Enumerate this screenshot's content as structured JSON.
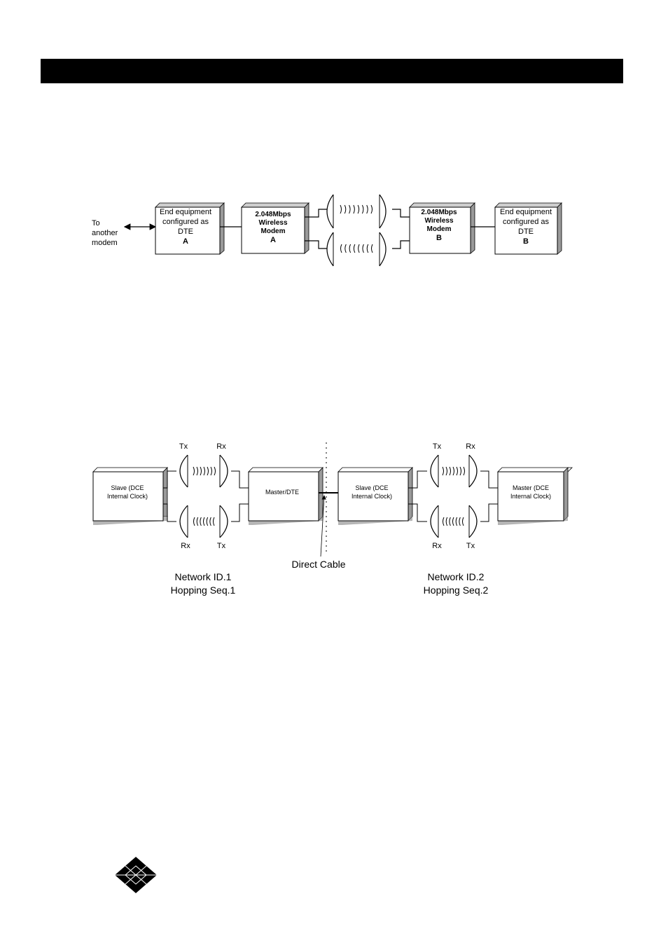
{
  "diagram1": {
    "left_label": [
      "To",
      "another",
      "modem"
    ],
    "dte_a": {
      "lines": [
        "End equipment",
        "configured as",
        "DTE"
      ],
      "tag": "A"
    },
    "modem_a": {
      "lines": [
        "2.048Mbps",
        "Wireless",
        "Modem"
      ],
      "tag": "A"
    },
    "modem_b": {
      "lines": [
        "2.048Mbps",
        "Wireless",
        "Modem"
      ],
      "tag": "B"
    },
    "dte_b": {
      "lines": [
        "End equipment",
        "configured as",
        "DTE"
      ],
      "tag": "B"
    }
  },
  "diagram2": {
    "net1": {
      "slave": [
        "Slave (DCE",
        "Internal Clock)"
      ],
      "master": "Master/DTE",
      "tx_top": "Tx",
      "rx_top": "Rx",
      "rx_bottom": "Rx",
      "tx_bottom": "Tx",
      "network_id": "Network ID.1",
      "hopping": "Hopping Seq.1"
    },
    "net2": {
      "slave": [
        "Slave (DCE",
        "Internal Clock)"
      ],
      "master": [
        "Master (DCE",
        "Internal Clock)"
      ],
      "tx_top": "Tx",
      "rx_top": "Rx",
      "rx_bottom": "Rx",
      "tx_bottom": "Tx",
      "network_id": "Network ID.2",
      "hopping": "Hopping Seq.2"
    },
    "direct_cable": "Direct Cable"
  },
  "logo": {
    "icon": "diamond-logo-icon"
  }
}
